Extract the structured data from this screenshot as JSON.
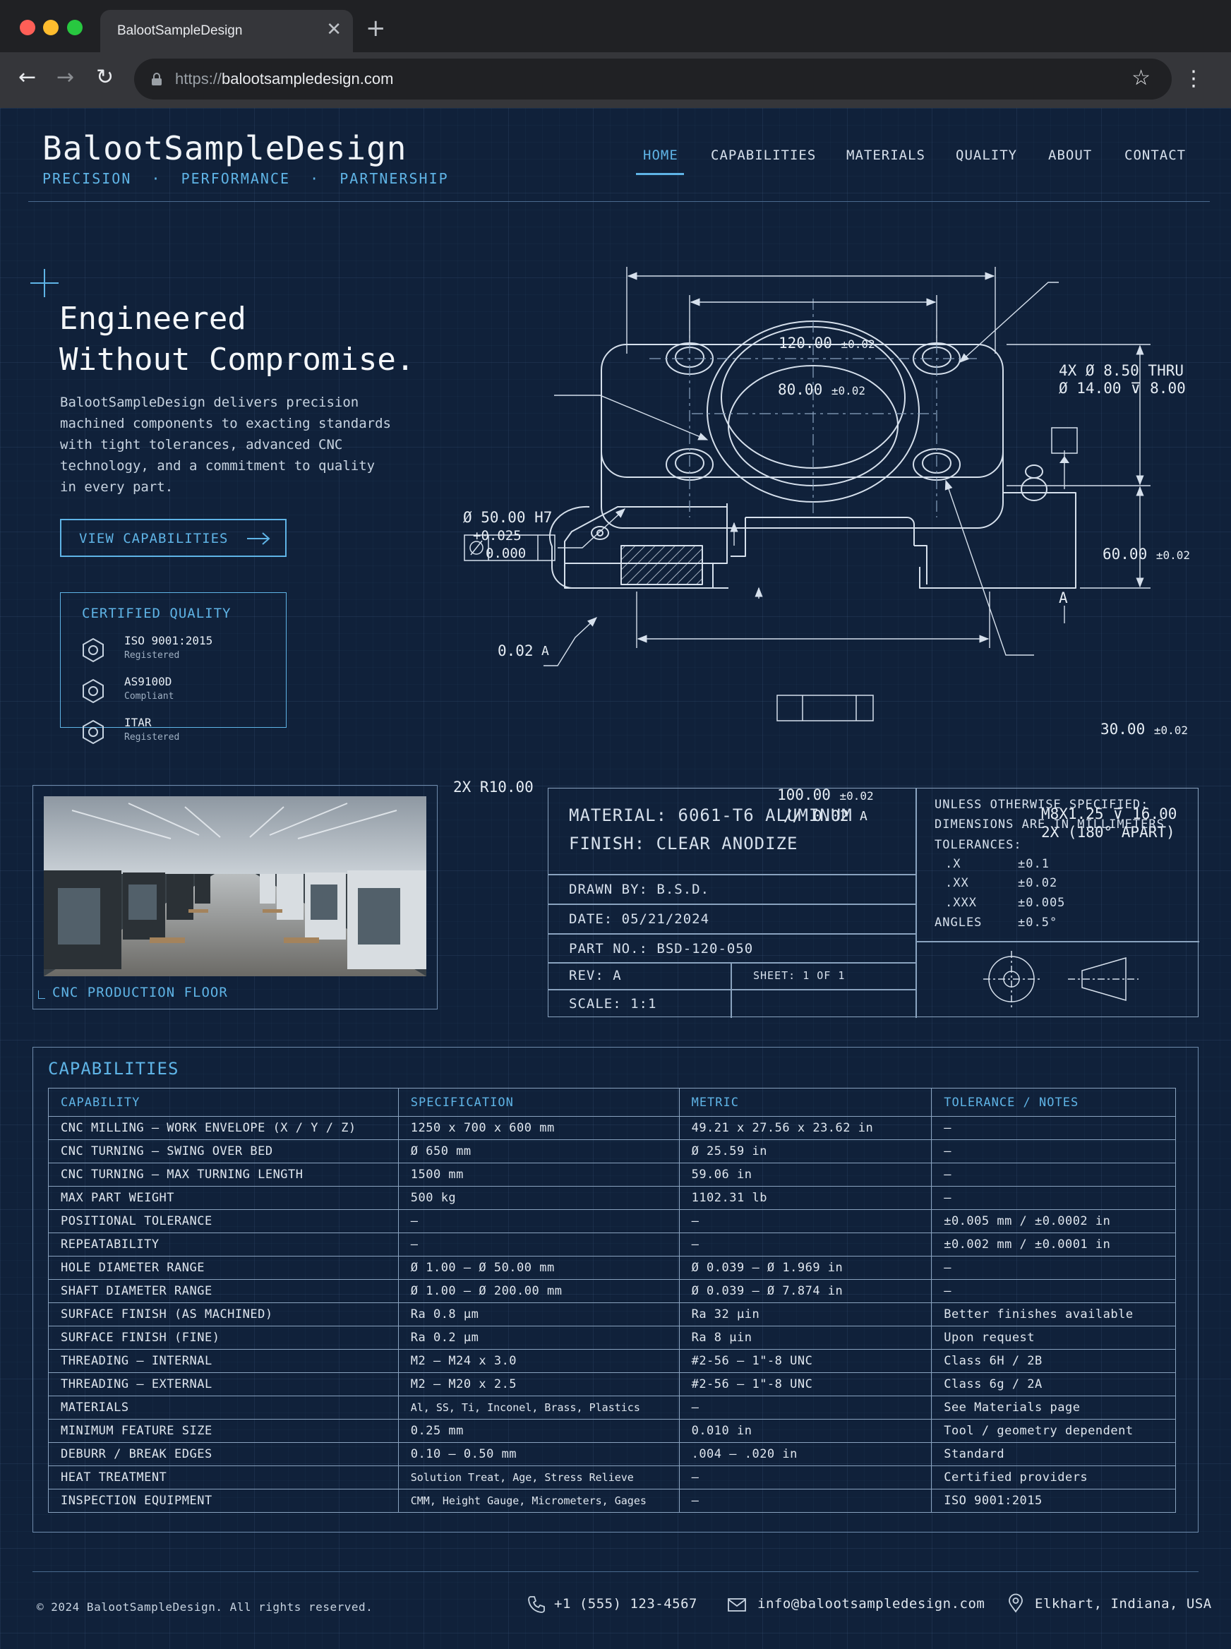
{
  "browser": {
    "tab_title": "BalootSampleDesign",
    "url_prefix": "https://",
    "url_host": "balootsampledesign.com"
  },
  "header": {
    "brand": "BalootSampleDesign",
    "tagline": "PRECISION  ·  PERFORMANCE  ·  PARTNERSHIP",
    "nav": [
      "HOME",
      "CAPABILITIES",
      "MATERIALS",
      "QUALITY",
      "ABOUT",
      "CONTACT"
    ],
    "active_nav": "HOME"
  },
  "hero": {
    "headline": "Engineered\nWithout Compromise.",
    "intro": "BalootSampleDesign delivers precision\nmachined components to exacting standards\nwith tight tolerances, advanced CNC\ntechnology, and a commitment to quality\nin every part.",
    "cta": "VIEW CAPABILITIES"
  },
  "certified": {
    "title": "CERTIFIED QUALITY",
    "items": [
      {
        "name": "ISO 9001:2015",
        "status": "Registered"
      },
      {
        "name": "AS9100D",
        "status": "Compliant"
      },
      {
        "name": "ITAR",
        "status": "Registered"
      }
    ]
  },
  "photo": {
    "caption": "CNC PRODUCTION FLOOR"
  },
  "drawing": {
    "dim_overall_width": "120.00",
    "dim_overall_width_tol": "±0.02",
    "dim_hole_spacing": "80.00",
    "dim_hole_spacing_tol": "±0.02",
    "holes_note_1": "4X Ø 8.50 THRU",
    "holes_note_2": "Ø 14.00 ⊽ 8.00",
    "bore_note_1": "Ø 50.00 H7",
    "bore_note_2": "+0.025",
    "bore_note_3": "0.000",
    "dim_height_top": "60.00",
    "dim_height_top_tol": "±0.02",
    "datum": "A",
    "fcf_flatness_value": "0.02",
    "fcf_flatness_datum": "A",
    "dim_height_bottom": "30.00",
    "dim_height_bottom_tol": "±0.02",
    "radius_note": "2X R10.00",
    "dim_base_width": "100.00",
    "dim_base_width_tol": "±0.02",
    "thread_note_1": "M8X1.25 ⊽ 16.00",
    "thread_note_2": "2X (180° APART)",
    "fcf_parallel_symbol": "//",
    "fcf_parallel_value": "0.02",
    "fcf_parallel_datum": "A"
  },
  "title_block": {
    "material": "MATERIAL: 6061-T6 ALUMINUM",
    "finish": "FINISH: CLEAR ANODIZE",
    "drawn_by": "DRAWN BY: B.S.D.",
    "date": "DATE: 05/21/2024",
    "part_no": "PART NO.: BSD-120-050",
    "rev": "REV: A",
    "sheet": "SHEET: 1 OF 1",
    "scale": "SCALE: 1:1",
    "notes_1": "UNLESS OTHERWISE SPECIFIED:",
    "notes_2": "DIMENSIONS ARE IN MILLIMETERS",
    "notes_3": "TOLERANCES:",
    "tolerances": [
      {
        "k": ".X",
        "v": "±0.1"
      },
      {
        "k": ".XX",
        "v": "±0.02"
      },
      {
        "k": ".XXX",
        "v": "±0.005"
      },
      {
        "k": "ANGLES",
        "v": "±0.5°"
      }
    ]
  },
  "capabilities": {
    "title": "CAPABILITIES",
    "columns": [
      "CAPABILITY",
      "SPECIFICATION",
      "METRIC",
      "TOLERANCE / NOTES"
    ],
    "rows": [
      [
        "CNC MILLING – WORK ENVELOPE (X / Y / Z)",
        "1250 x 700 x 600 mm",
        "49.21 x 27.56 x 23.62 in",
        "—"
      ],
      [
        "CNC TURNING – SWING OVER BED",
        "Ø 650 mm",
        "Ø 25.59 in",
        "—"
      ],
      [
        "CNC TURNING – MAX TURNING LENGTH",
        "1500 mm",
        "59.06 in",
        "—"
      ],
      [
        "MAX PART WEIGHT",
        "500 kg",
        "1102.31 lb",
        "—"
      ],
      [
        "POSITIONAL TOLERANCE",
        "—",
        "—",
        "±0.005 mm / ±0.0002 in"
      ],
      [
        "REPEATABILITY",
        "—",
        "—",
        "±0.002 mm / ±0.0001 in"
      ],
      [
        "HOLE DIAMETER RANGE",
        "Ø 1.00 – Ø 50.00 mm",
        "Ø 0.039 – Ø 1.969 in",
        "—"
      ],
      [
        "SHAFT DIAMETER RANGE",
        "Ø 1.00 – Ø 200.00 mm",
        "Ø 0.039 – Ø 7.874 in",
        "—"
      ],
      [
        "SURFACE FINISH (AS MACHINED)",
        "Ra 0.8 µm",
        "Ra 32 µin",
        "Better finishes available"
      ],
      [
        "SURFACE FINISH (FINE)",
        "Ra 0.2 µm",
        "Ra 8 µin",
        "Upon request"
      ],
      [
        "THREADING – INTERNAL",
        "M2 – M24 x 3.0",
        "#2-56 – 1\"-8 UNC",
        "Class 6H / 2B"
      ],
      [
        "THREADING – EXTERNAL",
        "M2 – M20 x 2.5",
        "#2-56 – 1\"-8 UNC",
        "Class 6g / 2A"
      ],
      [
        "MATERIALS",
        "Al, SS, Ti, Inconel, Brass, Plastics",
        "—",
        "See Materials page"
      ],
      [
        "MINIMUM FEATURE SIZE",
        "0.25 mm",
        "0.010 in",
        "Tool / geometry dependent"
      ],
      [
        "DEBURR / BREAK EDGES",
        "0.10 – 0.50 mm",
        ".004 – .020 in",
        "Standard"
      ],
      [
        "HEAT TREATMENT",
        "Solution Treat, Age, Stress Relieve",
        "—",
        "Certified providers"
      ],
      [
        "INSPECTION EQUIPMENT",
        "CMM, Height Gauge, Micrometers, Gages",
        "—",
        "ISO 9001:2015"
      ]
    ]
  },
  "footer": {
    "copyright": "© 2024 BalootSampleDesign. All rights reserved.",
    "phone": "+1 (555) 123-4567",
    "email": "info@balootsampledesign.com",
    "location": "Elkhart, Indiana, USA"
  }
}
